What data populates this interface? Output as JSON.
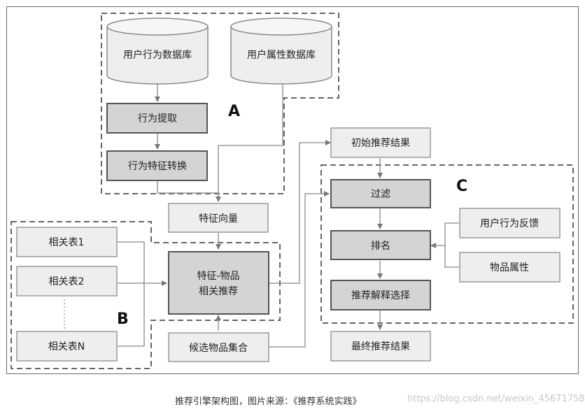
{
  "diagram": {
    "nodes": {
      "user_behavior_db": "用户行为数据库",
      "user_attr_db": "用户属性数据库",
      "behavior_extract": "行为提取",
      "behavior_feature_convert": "行为特征转换",
      "feature_vector": "特征向量",
      "related_table_1": "相关表1",
      "related_table_2": "相关表2",
      "related_table_n": "相关表N",
      "feature_item_line1": "特征-物品",
      "feature_item_line2": "相关推荐",
      "candidate_items": "候选物品集合",
      "initial_results": "初始推荐结果",
      "filter": "过滤",
      "rank": "排名",
      "explain_select": "推荐解释选择",
      "final_results": "最终推荐结果",
      "user_feedback": "用户行为反馈",
      "item_attributes": "物品属性"
    },
    "region_labels": {
      "a": "A",
      "b": "B",
      "c": "C"
    }
  },
  "caption": "推荐引擎架构图，图片来源：《推荐系统实践》",
  "watermark": "https://blog.csdn.net/weixin_45671758",
  "colors": {
    "dark_box": "#d4d4d4",
    "light_box": "#eeeeee",
    "border": "#555555"
  }
}
